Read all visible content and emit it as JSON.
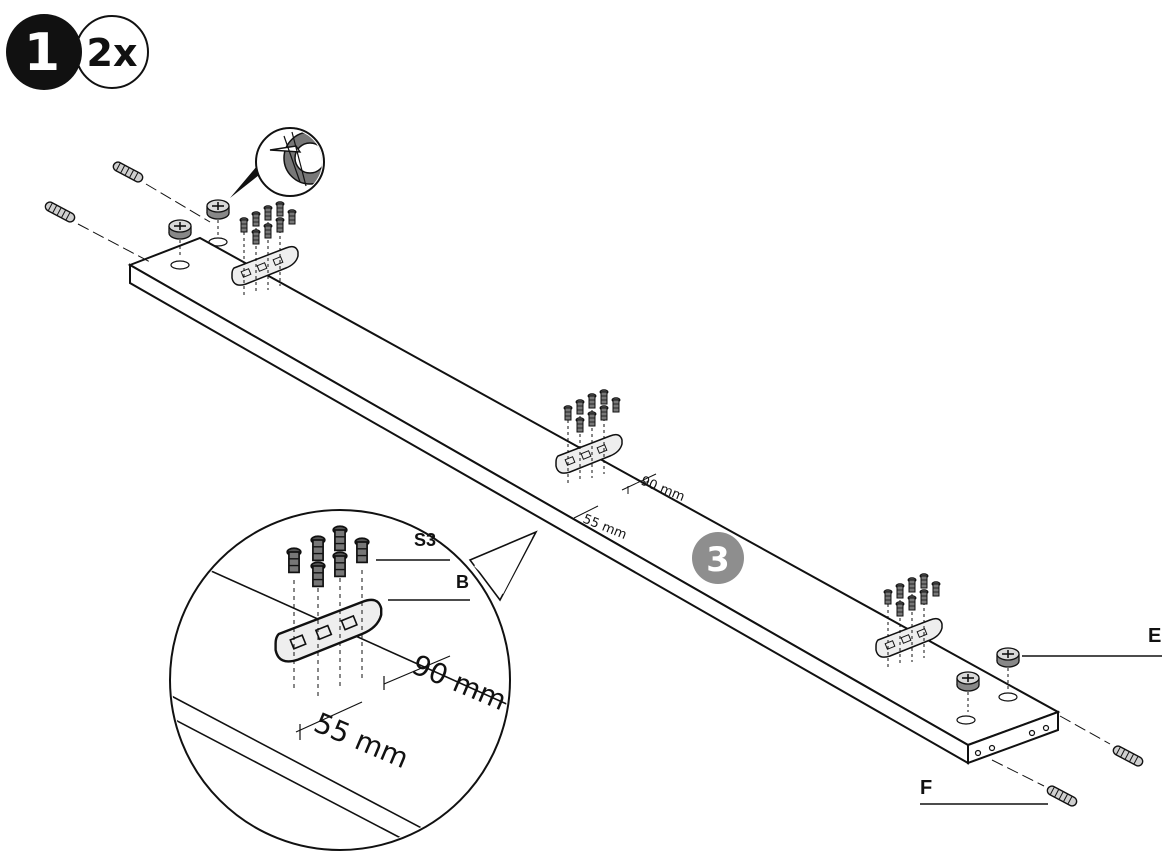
{
  "step": {
    "number": "1",
    "quantity": "2x"
  },
  "part_callout": "3",
  "labels": {
    "screw": "S3",
    "bracket": "B",
    "cam_lock": "E",
    "dowel": "F"
  },
  "dimensions": {
    "offset_long": "90 mm",
    "offset_short": "55 mm"
  },
  "colors": {
    "ink": "#111111",
    "callout_fill": "#8e8e8e",
    "board_fill": "#ffffff"
  }
}
